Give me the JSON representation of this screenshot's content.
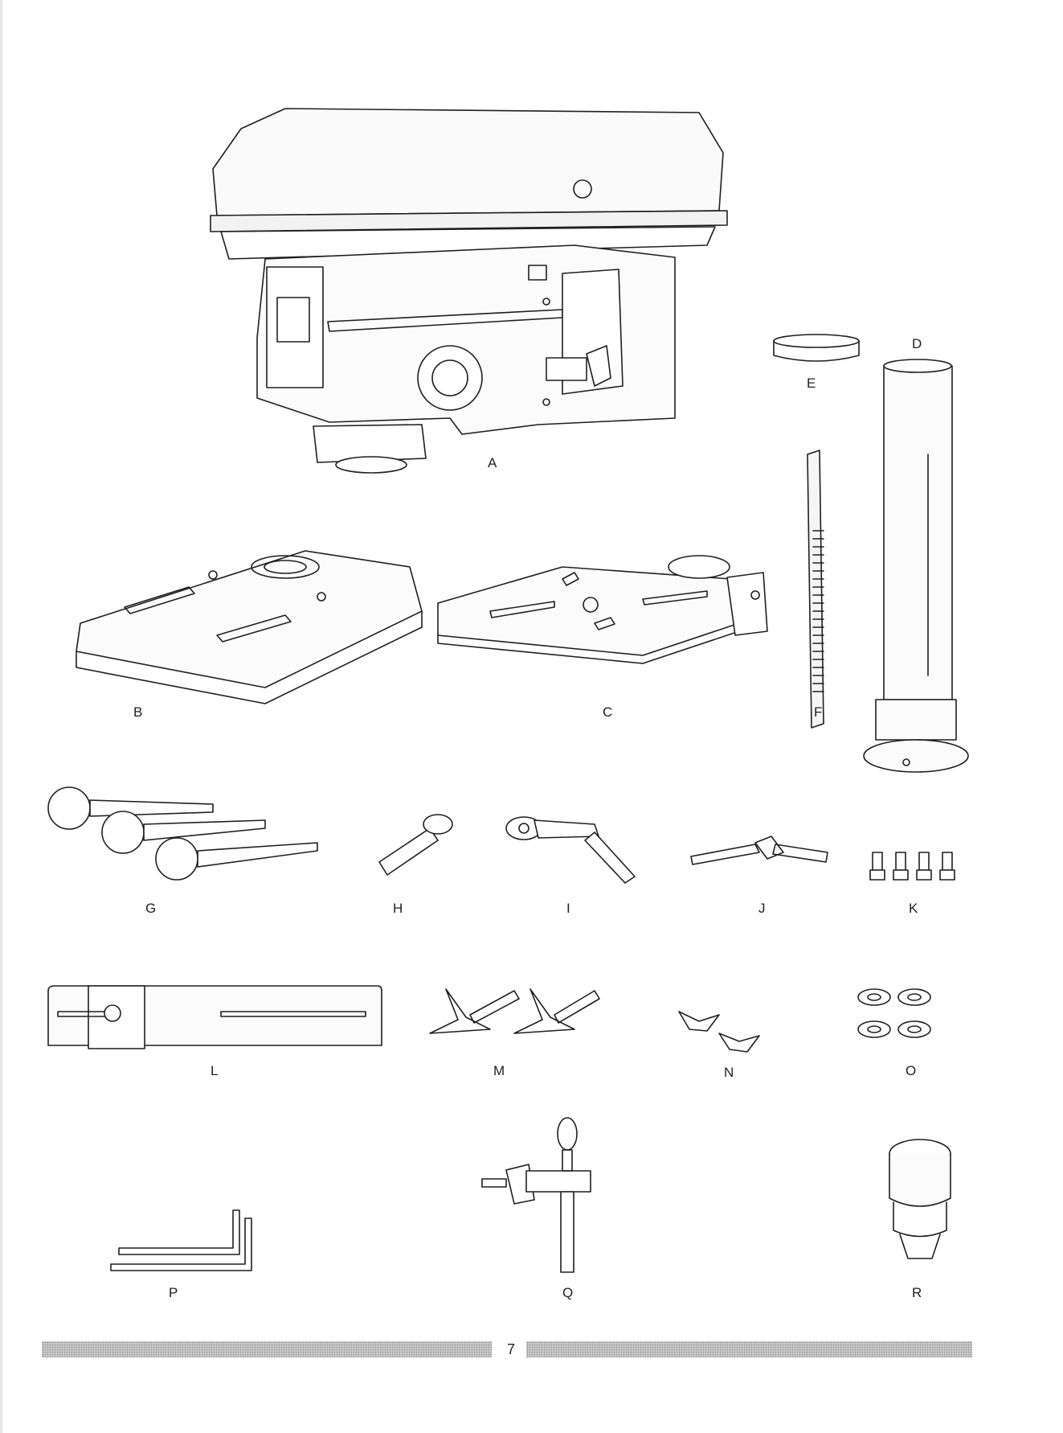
{
  "labels": {
    "A": "A",
    "B": "B",
    "C": "C",
    "D": "D",
    "E": "E",
    "F": "F",
    "G": "G",
    "H": "H",
    "I": "I",
    "J": "J",
    "K": "K",
    "L": "L",
    "M": "M",
    "N": "N",
    "O": "O",
    "P": "P",
    "Q": "Q",
    "R": "R"
  },
  "page_number": "7"
}
